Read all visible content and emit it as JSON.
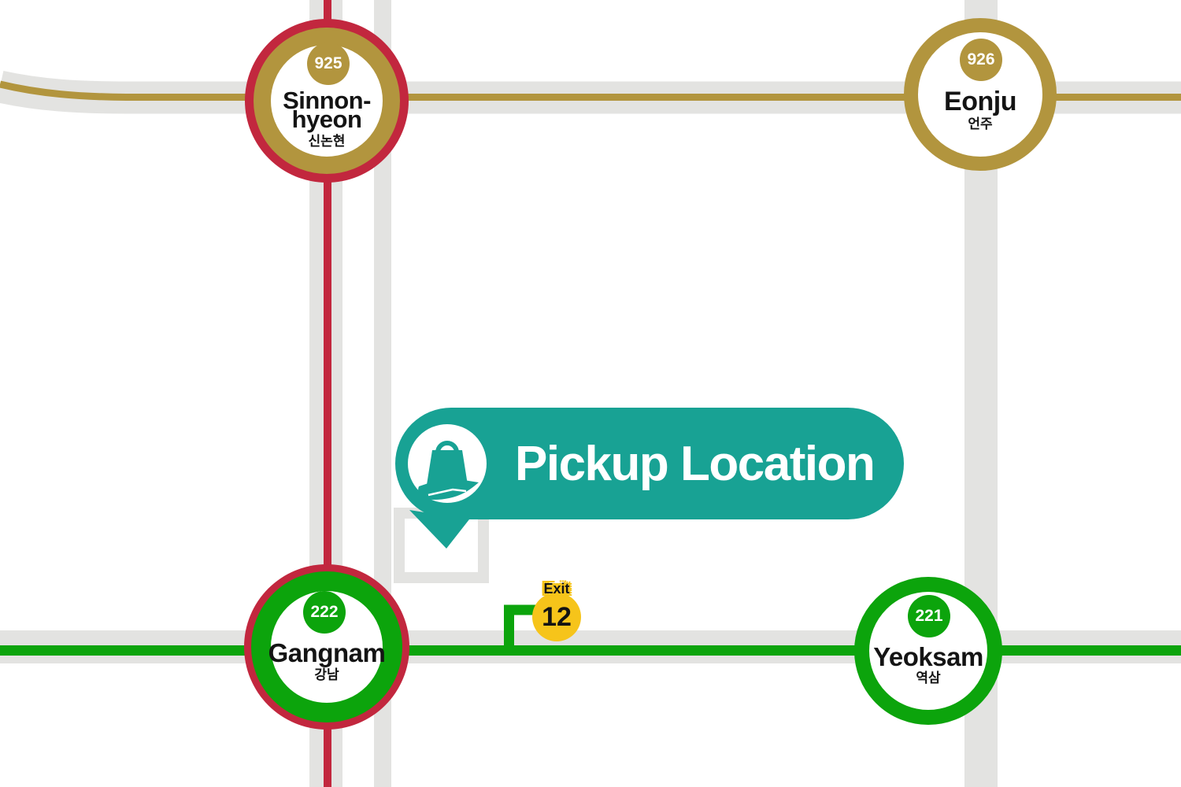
{
  "title": "Pickup location transit map",
  "stations": [
    {
      "number": "925",
      "name_lines": [
        "Sinnon-",
        "hyeon"
      ],
      "korean": "신논현",
      "line": "line-9",
      "ring_colors": [
        "#C2273E",
        "#B2953E"
      ]
    },
    {
      "number": "926",
      "name_lines": [
        "Eonju"
      ],
      "korean": "언주",
      "line": "line-9",
      "ring_colors": [
        "#B2953E"
      ]
    },
    {
      "number": "222",
      "name_lines": [
        "Gangnam"
      ],
      "korean": "강남",
      "line": "line-2",
      "ring_colors": [
        "#C2273E",
        "#0CA40C"
      ]
    },
    {
      "number": "221",
      "name_lines": [
        "Yeoksam"
      ],
      "korean": "역삼",
      "line": "line-2",
      "ring_colors": [
        "#0CA40C"
      ]
    }
  ],
  "pickup": {
    "label": "Pickup Location",
    "icon": "shopping-bag-on-hand-icon"
  },
  "exit": {
    "label": "Exit",
    "number": "12"
  },
  "lines": [
    {
      "id": "line-9-gold",
      "hex": "#B2953E",
      "orientation": "horizontal-top"
    },
    {
      "id": "sinbundang-line-red",
      "hex": "#C2273E",
      "orientation": "vertical-left"
    },
    {
      "id": "line-2-green",
      "hex": "#0CA40C",
      "orientation": "horizontal-bottom"
    }
  ],
  "colors": {
    "teal": "#18A294",
    "gold": "#B2953E",
    "crimson": "#C2273E",
    "green": "#0CA40C",
    "yellow": "#F6C41A",
    "road_gray": "#E3E3E1",
    "text_black": "#141414",
    "white": "#FFFFFF"
  }
}
